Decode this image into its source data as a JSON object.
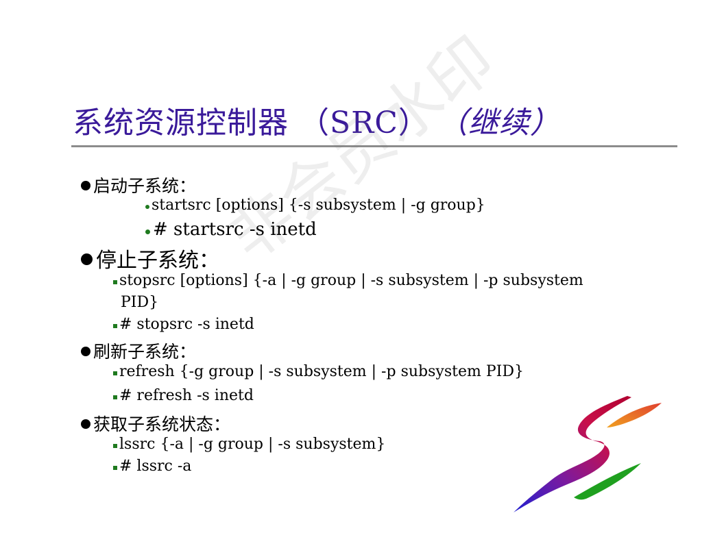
{
  "title": {
    "main": "系统资源控制器 （SRC）",
    "cont": "（继续）"
  },
  "watermark": "非会员水印",
  "sections": {
    "start": {
      "heading": "启动子系统：",
      "items": [
        "startsrc [options] {-s subsystem | -g group}",
        "# startsrc -s inetd"
      ]
    },
    "stop": {
      "heading": "停止子系统：",
      "items": [
        "stopsrc [options] {-a | -g group | -s subsystem | -p subsystem",
        "PID}",
        "# stopsrc -s inetd"
      ]
    },
    "refresh": {
      "heading": "刷新子系统：",
      "items": [
        "refresh {-g group | -s subsystem | -p subsystem PID}",
        "# refresh -s inetd"
      ]
    },
    "status": {
      "heading": "获取子系统状态：",
      "items": [
        "lssrc {-a | -g group | -s subsystem}",
        "# lssrc -a"
      ]
    }
  },
  "colors": {
    "title": "#3a1a9a",
    "rule": "#8c8c8c",
    "bullet_sub": "#1f7a1f"
  }
}
